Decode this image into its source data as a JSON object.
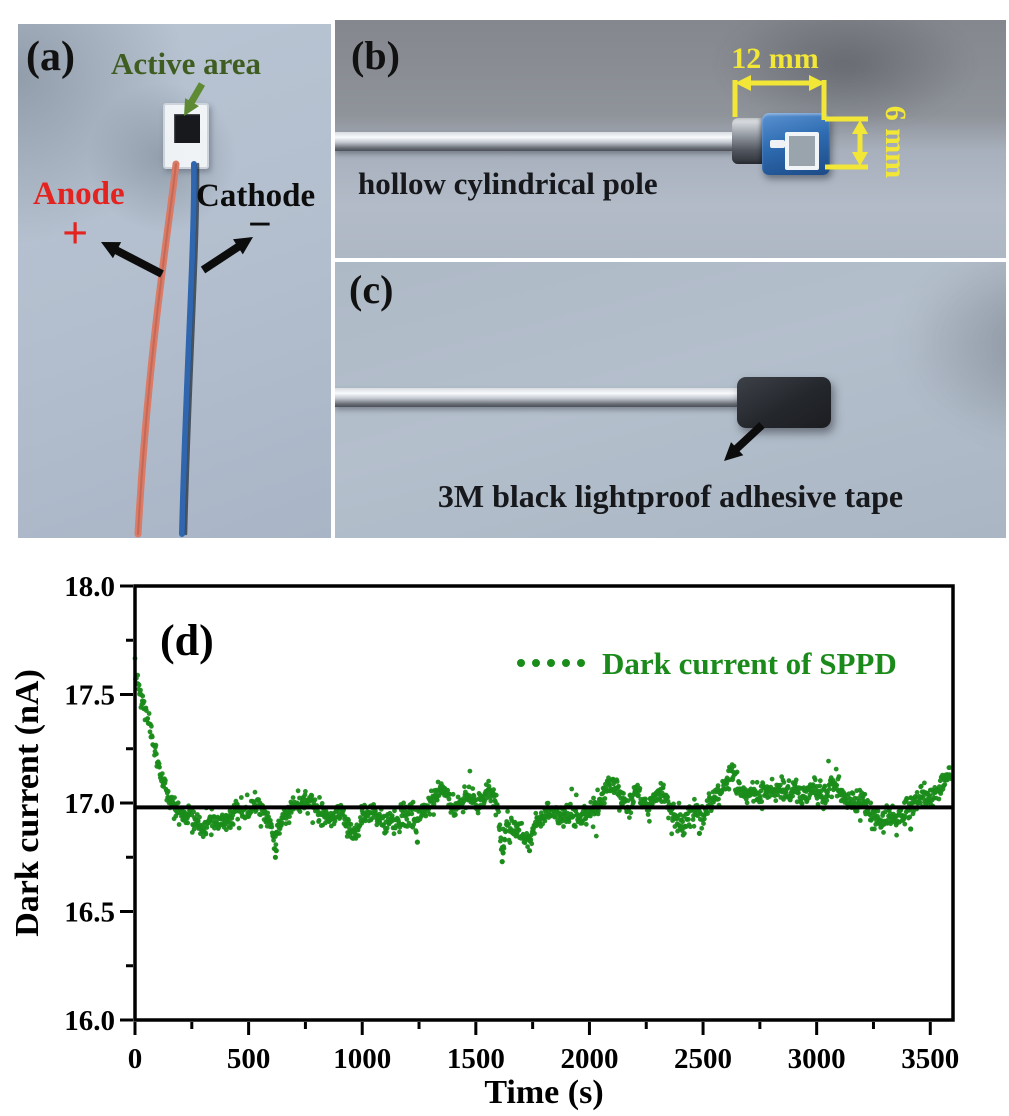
{
  "figure": {
    "panel_a": {
      "label": "(a)",
      "active_area_label": "Active area",
      "anode_label": "Anode",
      "anode_symbol": "+",
      "cathode_label": "Cathode",
      "cathode_symbol": "−"
    },
    "panel_b": {
      "label": "(b)",
      "caption": "hollow cylindrical pole",
      "width_dimension": "12 mm",
      "height_dimension": "6 mm"
    },
    "panel_c": {
      "label": "(c)",
      "caption": "3M black lightproof adhesive tape"
    }
  },
  "colors": {
    "data_green": "#1a8c1a",
    "legend_green": "#1a8a1a",
    "active_area_green": "#3f5d20",
    "green_arrow": "#5d8a33",
    "anode_red": "#e32320",
    "annotation_yellow": "#f2e636",
    "axis_black": "#000000",
    "reference_line_black": "#000000"
  },
  "chart_data": {
    "type": "scatter",
    "panel_label": "(d)",
    "title": "",
    "xlabel": "Time (s)",
    "ylabel": "Dark current (nA)",
    "xlim": [
      0,
      3600
    ],
    "ylim": [
      16.0,
      18.0
    ],
    "x_major_ticks": [
      0,
      500,
      1000,
      1500,
      2000,
      2500,
      3000,
      3500
    ],
    "x_minor_ticks": [
      250,
      750,
      1250,
      1750,
      2250,
      2750,
      3250
    ],
    "y_major_ticks": [
      16.0,
      16.5,
      17.0,
      17.5,
      18.0
    ],
    "y_minor_ticks": [
      16.25,
      16.75,
      17.25,
      17.75
    ],
    "grid": false,
    "legend": {
      "label": "Dark current of SPPD",
      "marker": "dotted",
      "position": "top-right"
    },
    "reference_line": {
      "y": 16.98
    },
    "series": [
      {
        "name": "Dark current of SPPD",
        "color": "#1a8c1a",
        "marker": "circle",
        "sample_interval_s": 2,
        "noise_sd_nA": 0.024,
        "seed": 7,
        "anchors": [
          [
            0,
            17.6
          ],
          [
            20,
            17.52
          ],
          [
            40,
            17.45
          ],
          [
            60,
            17.36
          ],
          [
            80,
            17.27
          ],
          [
            100,
            17.19
          ],
          [
            120,
            17.11
          ],
          [
            140,
            17.05
          ],
          [
            160,
            17.0
          ],
          [
            180,
            16.97
          ],
          [
            210,
            16.94
          ],
          [
            240,
            16.96
          ],
          [
            270,
            16.91
          ],
          [
            300,
            16.89
          ],
          [
            330,
            16.92
          ],
          [
            360,
            16.9
          ],
          [
            390,
            16.94
          ],
          [
            420,
            16.92
          ],
          [
            450,
            16.96
          ],
          [
            480,
            16.94
          ],
          [
            510,
            16.97
          ],
          [
            540,
            17.0
          ],
          [
            560,
            16.96
          ],
          [
            590,
            16.92
          ],
          [
            615,
            16.82
          ],
          [
            630,
            16.9
          ],
          [
            660,
            16.95
          ],
          [
            700,
            16.98
          ],
          [
            740,
            17.01
          ],
          [
            780,
            17.0
          ],
          [
            820,
            16.95
          ],
          [
            860,
            16.92
          ],
          [
            900,
            16.96
          ],
          [
            940,
            16.9
          ],
          [
            970,
            16.86
          ],
          [
            1000,
            16.94
          ],
          [
            1040,
            16.97
          ],
          [
            1080,
            16.93
          ],
          [
            1120,
            16.9
          ],
          [
            1160,
            16.92
          ],
          [
            1200,
            16.95
          ],
          [
            1240,
            16.92
          ],
          [
            1280,
            16.98
          ],
          [
            1320,
            17.04
          ],
          [
            1350,
            17.08
          ],
          [
            1380,
            17.02
          ],
          [
            1410,
            16.97
          ],
          [
            1440,
            17.0
          ],
          [
            1470,
            17.04
          ],
          [
            1500,
            16.98
          ],
          [
            1530,
            17.02
          ],
          [
            1560,
            17.06
          ],
          [
            1590,
            17.0
          ],
          [
            1615,
            16.8
          ],
          [
            1640,
            16.92
          ],
          [
            1670,
            16.89
          ],
          [
            1700,
            16.86
          ],
          [
            1730,
            16.82
          ],
          [
            1760,
            16.9
          ],
          [
            1800,
            16.94
          ],
          [
            1840,
            16.97
          ],
          [
            1880,
            16.93
          ],
          [
            1920,
            16.96
          ],
          [
            1960,
            16.92
          ],
          [
            2000,
            16.95
          ],
          [
            2040,
            17.0
          ],
          [
            2080,
            17.06
          ],
          [
            2110,
            17.09
          ],
          [
            2140,
            17.02
          ],
          [
            2170,
            16.98
          ],
          [
            2200,
            17.05
          ],
          [
            2230,
            17.01
          ],
          [
            2260,
            16.97
          ],
          [
            2290,
            17.03
          ],
          [
            2320,
            17.06
          ],
          [
            2350,
            16.98
          ],
          [
            2380,
            16.93
          ],
          [
            2410,
            16.9
          ],
          [
            2440,
            16.94
          ],
          [
            2470,
            16.98
          ],
          [
            2500,
            16.94
          ],
          [
            2530,
            17.0
          ],
          [
            2560,
            17.04
          ],
          [
            2600,
            17.1
          ],
          [
            2630,
            17.14
          ],
          [
            2660,
            17.08
          ],
          [
            2690,
            17.03
          ],
          [
            2720,
            17.06
          ],
          [
            2750,
            17.03
          ],
          [
            2780,
            17.07
          ],
          [
            2810,
            17.04
          ],
          [
            2840,
            17.08
          ],
          [
            2870,
            17.05
          ],
          [
            2900,
            17.07
          ],
          [
            2930,
            17.03
          ],
          [
            2960,
            17.05
          ],
          [
            2990,
            17.07
          ],
          [
            3020,
            17.04
          ],
          [
            3050,
            17.06
          ],
          [
            3080,
            17.09
          ],
          [
            3110,
            17.05
          ],
          [
            3140,
            17.01
          ],
          [
            3170,
            16.98
          ],
          [
            3200,
            17.02
          ],
          [
            3230,
            16.97
          ],
          [
            3260,
            16.93
          ],
          [
            3290,
            16.9
          ],
          [
            3320,
            16.94
          ],
          [
            3350,
            16.92
          ],
          [
            3380,
            16.96
          ],
          [
            3410,
            16.98
          ],
          [
            3440,
            17.01
          ],
          [
            3470,
            17.04
          ],
          [
            3500,
            17.02
          ],
          [
            3530,
            17.06
          ],
          [
            3560,
            17.1
          ],
          [
            3590,
            17.15
          ]
        ],
        "outlier_points": [
          [
            618,
            16.75
          ],
          [
            622,
            16.78
          ],
          [
            966,
            16.84
          ],
          [
            1243,
            16.82
          ],
          [
            1616,
            16.73
          ],
          [
            1620,
            16.77
          ],
          [
            1736,
            16.78
          ],
          [
            2484,
            16.86
          ],
          [
            3414,
            16.88
          ]
        ]
      }
    ]
  }
}
